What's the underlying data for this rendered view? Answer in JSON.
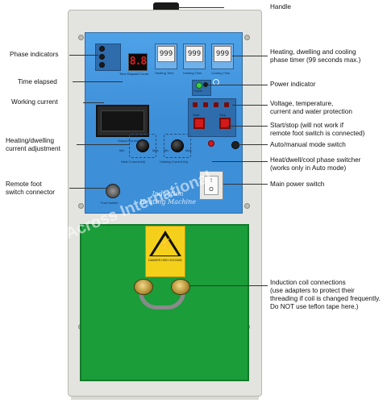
{
  "labels": {
    "handle": "Handle",
    "phase_indicators": "Phase indicators",
    "time_elapsed": "Time elapsed",
    "working_current": "Working current",
    "current_adjust_1": "Heating/dwelling",
    "current_adjust_2": "current adjustment",
    "remote_foot_1": "Remote foot",
    "remote_foot_2": "switch connector",
    "phase_timer_1": "Heating, dwelling and cooling",
    "phase_timer_2": "phase timer (99 seconds max.)",
    "power_indicator": "Power indicator",
    "protection_1": "Voltage, temperature,",
    "protection_2": "current and water protection",
    "startstop_1": "Start/stop (will not work if",
    "startstop_2": "remote foot switch is connected)",
    "automanual": "Auto/manual mode switch",
    "phase_switcher_1": "Heat/dwell/cool phase switcher",
    "phase_switcher_2": "(works only in Auto mode)",
    "main_power": "Main power switch",
    "coil_1": "Induction coil connections",
    "coil_2": "(use adapters to protect their",
    "coil_3": "threading if coil is changed frequently.",
    "coil_4": "Do NOT use teflon tape here.)"
  },
  "panel": {
    "elapsed_display": "8.8",
    "elapsed_caption": "Time Elapsed Count",
    "timers": [
      {
        "digits": "999",
        "caption": "Heating Time"
      },
      {
        "digits": "999",
        "caption": "Holding Time"
      },
      {
        "digits": "999",
        "caption": "Cooling Time"
      }
    ],
    "meter_caption": "Output Current(A)",
    "knob_min": "Min",
    "knob_max": "Max",
    "knob_caption_1": "Heat Current Adj",
    "knob_caption_2": "Holding Current Adj",
    "power_caption": "Power",
    "start_caption": "Start",
    "stop_caption": "Stop",
    "foot_caption": "Foot Switch",
    "brand_1": "Induction",
    "brand_2": "Heating Machine",
    "rocker_on": "I",
    "rocker_off": "O"
  },
  "warning_text": "DANGER HIGH VOLTAGE",
  "watermark": "© Across International"
}
